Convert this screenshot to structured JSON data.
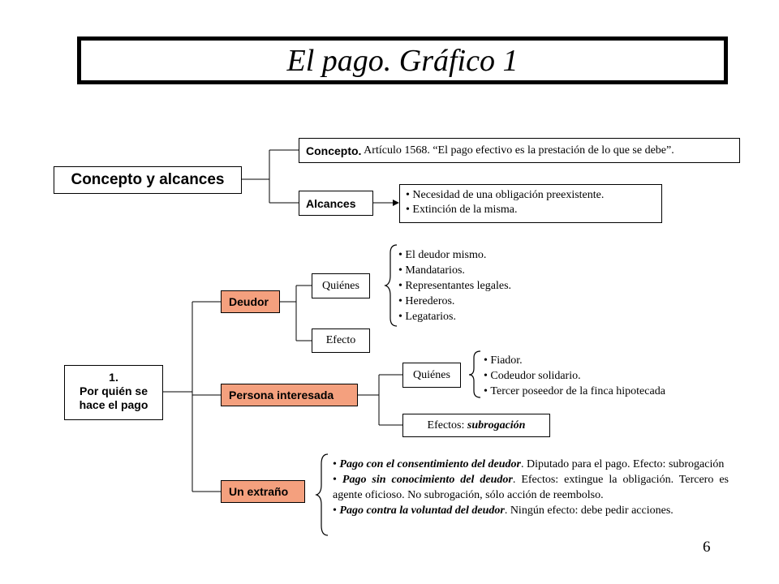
{
  "title": "El pago. Gráfico 1",
  "page_number": "6",
  "section1": {
    "root": "Concepto y alcances",
    "concepto_label": "Concepto.",
    "concepto_text": " Artículo 1568. “El pago efectivo es la prestación de lo que se debe”.",
    "alcances_label": "Alcances",
    "alcances_items": [
      "Necesidad de una obligación preexistente.",
      "Extinción de la misma."
    ]
  },
  "section2": {
    "root_number": "1.",
    "root_line1": "Por quién se",
    "root_line2": "hace el pago",
    "deudor": {
      "label": "Deudor",
      "quienes_label": "Quiénes",
      "quienes_items": [
        "El deudor mismo.",
        "Mandatarios.",
        "Representantes legales.",
        "Herederos.",
        "Legatarios."
      ],
      "efecto_label": "Efecto"
    },
    "persona_interesada": {
      "label": "Persona interesada",
      "quienes_label": "Quiénes",
      "quienes_items": [
        "Fiador.",
        "Codeudor solidario.",
        "Tercer poseedor de la finca hipotecada"
      ],
      "efectos_prefix": "Efectos: ",
      "efectos_value": "subrogación"
    },
    "un_extrano": {
      "label": "Un extraño",
      "items": [
        {
          "lead": "Pago con el consentimiento del deudor",
          "rest": ". Diputado para el pago. Efecto: subrogación"
        },
        {
          "lead": "Pago sin conocimiento del deudor",
          "rest": ". Efectos: extingue la obligación. Tercero es agente oficioso. No subrogación, sólo acción de reembolso."
        },
        {
          "lead": "Pago contra la voluntad del deudor",
          "rest": ". Ningún efecto: debe pedir acciones."
        }
      ]
    }
  }
}
